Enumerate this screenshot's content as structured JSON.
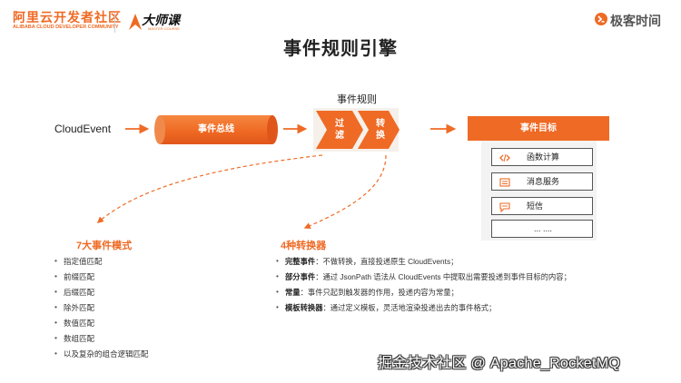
{
  "header": {
    "brand_cn": "阿里云开发者社区",
    "brand_en": "ALIBABA CLOUD DEVELOPER COMMUNITY",
    "course": "大师课",
    "course_sub": "MASTER COURSE",
    "geek": "极客时间"
  },
  "title": "事件规则引擎",
  "flow": {
    "source": "CloudEvent",
    "bus": "事件总线",
    "rules_label": "事件规则",
    "filter": [
      "过",
      "滤"
    ],
    "convert": [
      "转",
      "换"
    ],
    "target_title": "事件目标",
    "targets": [
      {
        "label": "函数计算",
        "icon": "code-icon"
      },
      {
        "label": "消息服务",
        "icon": "message-queue-icon"
      },
      {
        "label": "短信",
        "icon": "sms-icon"
      },
      {
        "label": "... ....",
        "icon": ""
      }
    ]
  },
  "modes": {
    "title": "7大事件模式",
    "items": [
      "指定值匹配",
      "前缀匹配",
      "后缀匹配",
      "除外匹配",
      "数值匹配",
      "数组匹配",
      "以及复杂的组合逻辑匹配"
    ]
  },
  "converters": {
    "title": "4种转换器",
    "items": [
      {
        "name": "完整事件",
        "desc": "：不做转换，直接投递原生 CloudEvents；"
      },
      {
        "name": "部分事件",
        "desc": "：通过 JsonPath 语法从 CloudEvents 中提取出需要投递到事件目标的内容；"
      },
      {
        "name": "常量",
        "desc": "：事件只起到触发器的作用，投递内容为常量；"
      },
      {
        "name": "模板转换器",
        "desc": "：通过定义模板，灵活地渲染投递出去的事件格式；"
      }
    ]
  },
  "watermark": "掘金技术社区 @ Apache_RocketMQ",
  "colors": {
    "accent": "#ef6a24",
    "panel": "#f3f3f3"
  }
}
